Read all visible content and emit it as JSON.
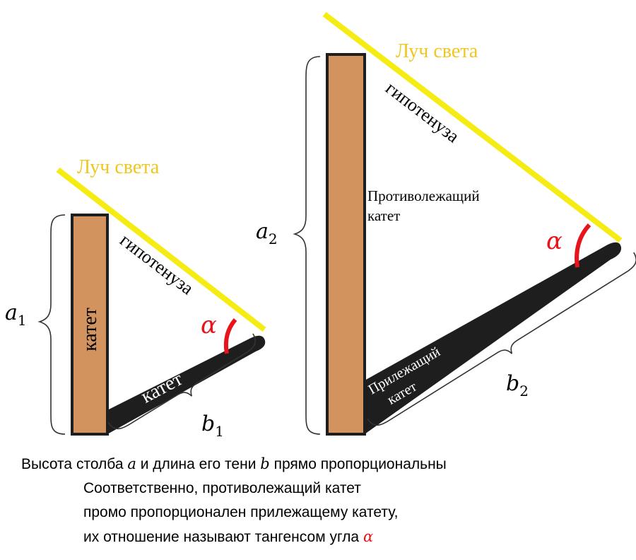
{
  "colors": {
    "ray": "#f5ec14",
    "ray_label": "#efc71e",
    "pole": "#d2935f",
    "pole_border": "#1e1e1e",
    "shadow": "#1e1e1e",
    "angle": "#e8141b"
  },
  "small_triangle": {
    "ray_label": "Луч света",
    "hypotenuse_label": "гипотенуза",
    "pole_label": "катет",
    "shadow_label": "катет",
    "angle_label": "α",
    "height_var": "a",
    "height_sub": "1",
    "base_var": "b",
    "base_sub": "1"
  },
  "large_triangle": {
    "ray_label": "Луч света",
    "hypotenuse_label": "гипотенуза",
    "opposite_label_line1": "Противолежащий",
    "opposite_label_line2": "катет",
    "adjacent_label_line1": "Прилежащий",
    "adjacent_label_line2": "катет",
    "angle_label": "α",
    "height_var": "a",
    "height_sub": "2",
    "base_var": "b",
    "base_sub": "2"
  },
  "caption": {
    "line1_part1": "Высота столба ",
    "line1_var_a": "a",
    "line1_part2": " и длина его тени ",
    "line1_var_b": "b",
    "line1_part3": " прямо пропорциональны",
    "line2": "Соответственно, противолежащий катет",
    "line3": "промо пропорционален прилежащему катету,",
    "line4_text": "их отношение называют тангенсом угла ",
    "line4_var_alpha": "α"
  }
}
